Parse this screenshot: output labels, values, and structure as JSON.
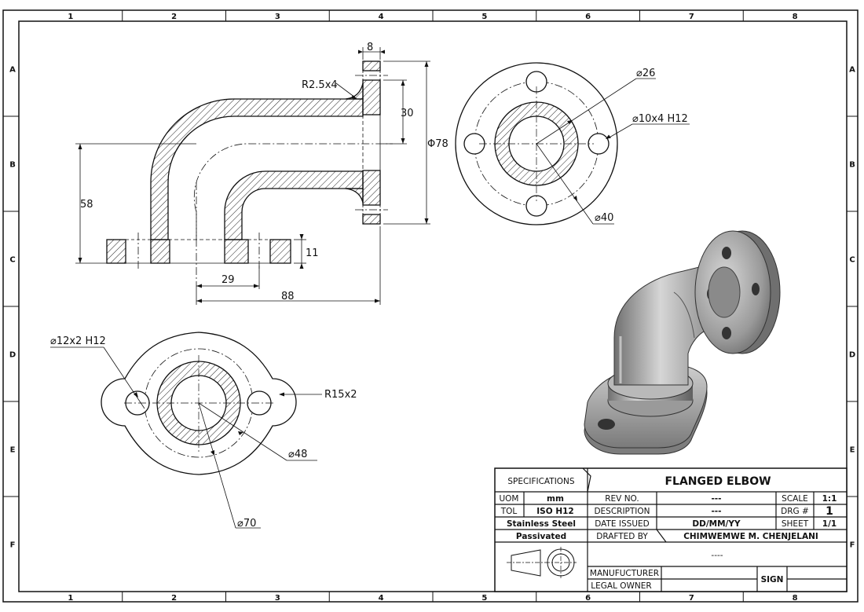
{
  "zone_columns": [
    "1",
    "2",
    "3",
    "4",
    "5",
    "6",
    "7",
    "8"
  ],
  "zone_rows": [
    "A",
    "B",
    "C",
    "D",
    "E",
    "F"
  ],
  "dimensions": {
    "side": {
      "flange_thickness": "8",
      "fillet": "R2.5x4",
      "hole_offset": "30",
      "flange_dia": "Φ78",
      "height": "58",
      "base_thickness": "11",
      "half_width": "29",
      "length": "88"
    },
    "round_flange": {
      "bore": "⌀26",
      "holes": "⌀10x4 H12",
      "pitch": "⌀40"
    },
    "oval_flange": {
      "holes": "⌀12x2 H12",
      "lobe_radius": "R15x2",
      "pitch": "⌀48",
      "outer": "⌀70"
    }
  },
  "title_block": {
    "specifications_header": "SPECIFICATIONS",
    "uom_label": "UOM",
    "uom_value": "mm",
    "tol_label": "TOL",
    "tol_value": "ISO H12",
    "material": "Stainless Steel",
    "finish": "Passivated",
    "title": "FLANGED ELBOW",
    "rev_label": "REV NO.",
    "rev_value": "---",
    "desc_label": "DESCRIPTION",
    "desc_value": "---",
    "date_label": "DATE ISSUED",
    "date_value": "DD/MM/YY",
    "drafted_label": "DRAFTED BY",
    "drafted_value": "CHIMWEMWE M. CHENJELANI",
    "scale_label": "SCALE",
    "scale_value": "1:1",
    "drg_label": "DRG #",
    "drg_value": "1",
    "sheet_label": "SHEET",
    "sheet_value": "1/1",
    "blank_value": "----",
    "manufacturer_label": "MANUFUCTURER",
    "legal_owner_label": "LEGAL OWNER",
    "sign_label": "SIGN"
  }
}
